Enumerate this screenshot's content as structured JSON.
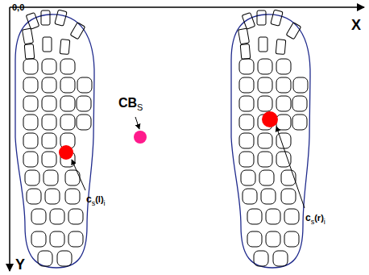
{
  "diagram": {
    "labels": [
      "0,0",
      "X",
      "Y",
      "CB",
      "S",
      "c",
      "s",
      "(l)",
      "i",
      "c",
      "s",
      "(r)",
      "i"
    ]
  }
}
